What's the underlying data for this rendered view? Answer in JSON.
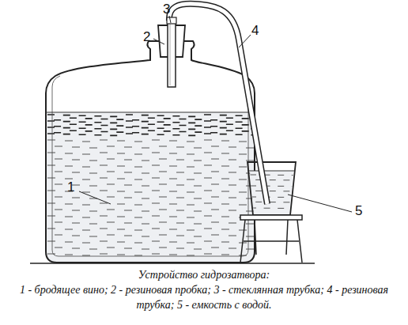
{
  "diagram": {
    "title": "Устройство гидрозатвора:",
    "caption": "1 - бродящее вино; 2 - резиновая пробка; 3 - стеклянная трубка; 4 - резиновая трубка; 5 - емкость с водой.",
    "labels": [
      "3",
      "2",
      "4",
      "1",
      "5"
    ]
  }
}
